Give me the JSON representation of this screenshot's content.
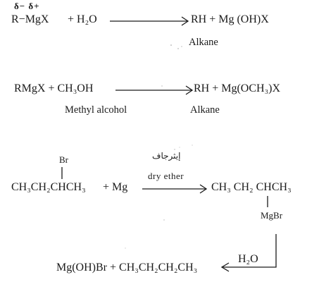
{
  "reaction1": {
    "charges": "δ− δ+",
    "reactant": "R−MgX",
    "water": "+ H₂O",
    "products": "RH + Mg (OH)X",
    "product_label": "Alkane"
  },
  "reaction2": {
    "reactant": "RMgX + CH₃OH",
    "products": "RH + Mg(OCH₃)X",
    "reactant_label": "Methyl alcohol",
    "product_label": "Alkane"
  },
  "reaction3": {
    "substituent_top": "Br",
    "reactant_chain": "CH₃CH₂CHCH₃",
    "reagent": "+ Mg",
    "condition_arabic": "إيثرجاف",
    "condition_english": "dry ether",
    "product_chain": "CH₃ CH₂ CHCH₃",
    "substituent_bottom": "MgBr",
    "hydrolysis_reagent": "H₂O",
    "final_products": "Mg(OH)Br + CH₃CH₂CH₂CH₃"
  }
}
